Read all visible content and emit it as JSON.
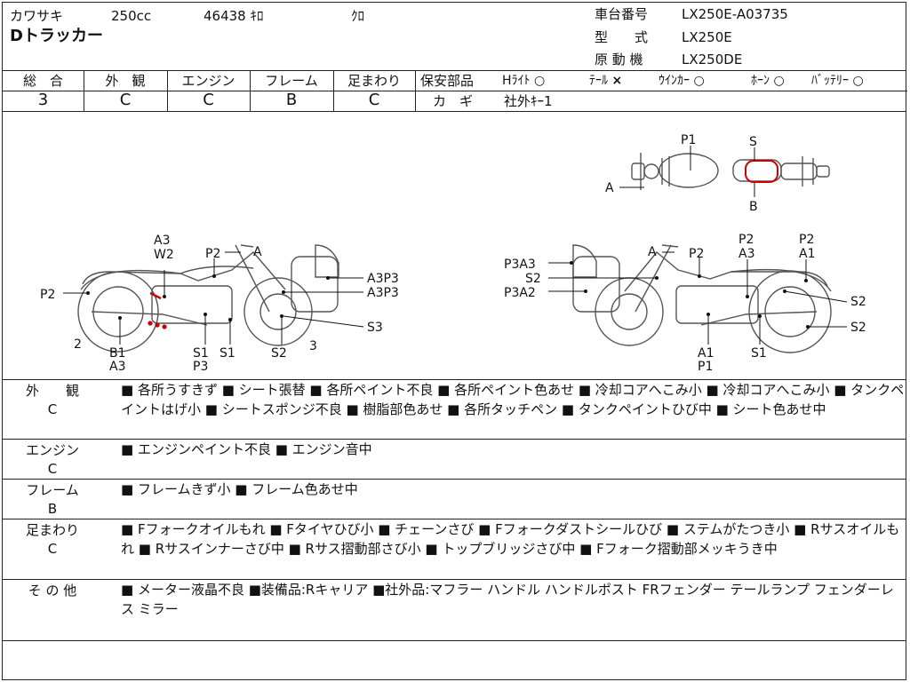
{
  "header": {
    "maker": "カワサキ",
    "cc": "250cc",
    "mileage": "46438 ｷﾛ",
    "condition_note": "ｸﾛ",
    "model_name": "Dトラッカー",
    "frame_no_label": "車台番号",
    "frame_no": "LX250E-A03735",
    "type_label": "型　　式",
    "type": "LX250E",
    "engine_label": "原 動 機",
    "engine": "LX250DE"
  },
  "grades": [
    {
      "label": "総　合",
      "value": "3"
    },
    {
      "label": "外　観",
      "value": "C"
    },
    {
      "label": "エンジン",
      "value": "C"
    },
    {
      "label": "フレーム",
      "value": "B"
    },
    {
      "label": "足まわり",
      "value": "C"
    }
  ],
  "safety": {
    "label": "保安部品",
    "items": [
      {
        "name": "Hﾗｲﾄ",
        "mark": "○"
      },
      {
        "name": "ﾃｰﾙ",
        "mark": "×"
      },
      {
        "name": "ｳｲﾝｶｰ",
        "mark": "○"
      },
      {
        "name": "ﾎｰﾝ",
        "mark": "○"
      },
      {
        "name": "ﾊﾞｯﾃﾘｰ",
        "mark": "○"
      }
    ],
    "key_label": "カ　ギ",
    "key_value": "社外ｷｰ1"
  },
  "diagram": {
    "top": {
      "p1": "P1",
      "s": "S",
      "a": "A",
      "b": "B"
    },
    "left": {
      "a3w2_1": "A3",
      "a3w2_2": "W2",
      "p2": "P2",
      "a": "A",
      "p2_left": "P2",
      "a3p3_1": "A3P3",
      "a3p3_2": "A3P3",
      "s3": "S3",
      "n2": "2",
      "b1": "B1",
      "a3": "A3",
      "s1": "S1",
      "p3": "P3",
      "s1b": "S1",
      "s2": "S2",
      "n3": "3"
    },
    "right": {
      "p3a3": "P3A3",
      "s2a": "S2",
      "p3a2": "P3A2",
      "a": "A",
      "p2a": "P2",
      "p2b": "P2",
      "a3": "A3",
      "p2c": "P2",
      "a1": "A1",
      "s2b": "S2",
      "s2c": "S2",
      "a1b": "A1",
      "p1": "P1",
      "s1": "S1"
    }
  },
  "details": [
    {
      "label": "外　　観",
      "grade": "C",
      "text": "■ 各所うすきず ■ シート張替 ■ 各所ペイント不良 ■ 各所ペイント色あせ ■ 冷却コアへこみ小 ■ 冷却コアへこみ小 ■ タンクペイントはげ小 ■ シートスポンジ不良 ■ 樹脂部色あせ ■ 各所タッチペン ■ タンクペイントひび中 ■ シート色あせ中"
    },
    {
      "label": "エンジン",
      "grade": "C",
      "text": "■ エンジンペイント不良 ■ エンジン音中"
    },
    {
      "label": "フレーム",
      "grade": "B",
      "text": "■ フレームきず小 ■ フレーム色あせ中"
    },
    {
      "label": "足まわり",
      "grade": "C",
      "text": "■ Fフォークオイルもれ ■ Fタイヤひび小 ■ チェーンさび ■ Fフォークダストシールひび ■ ステムがたつき小 ■ Rサスオイルもれ ■ Rサスインナーさび中 ■ Rサス摺動部さび小 ■ トップブリッジさび中 ■ Fフォーク摺動部メッキうき中"
    },
    {
      "label": "そ の 他",
      "grade": "",
      "text": "■ メーター液晶不良 ■装備品:Rキャリア ■社外品:マフラー ハンドル ハンドルポスト FRフェンダー テールランプ フェンダーレス ミラー"
    }
  ]
}
